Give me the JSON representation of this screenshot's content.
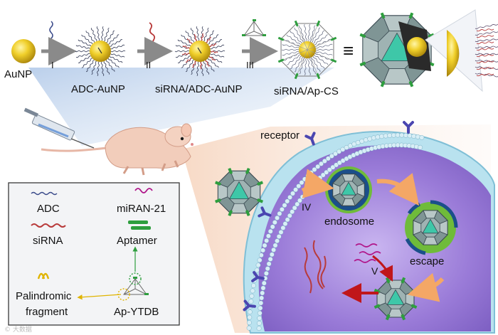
{
  "top_row": {
    "labels": {
      "aunp": "AuNP",
      "adc_aunp": "ADC-AuNP",
      "sirna_adc_aunp": "siRNA/ADC-AuNP",
      "sirna_ap_cs": "siRNA/Ap-CS",
      "equiv": "≡"
    },
    "steps": {
      "i": "I",
      "ii": "II",
      "iii": "III"
    }
  },
  "cell": {
    "receptor": "receptor",
    "endosome": "endosome",
    "escape": "escape",
    "step_iv": "IV",
    "step_v": "V"
  },
  "legend": {
    "adc": "ADC",
    "mirna": "miRAN-21",
    "sirna": "siRNA",
    "aptamer": "Aptamer",
    "palindromic_line1": "Palindromic",
    "palindromic_line2": "fragment",
    "ap_ytdb": "Ap-YTDB"
  },
  "colors": {
    "gold": "#e8c21a",
    "cell_interior": "#9b79d6",
    "membrane": "#9ecfe3",
    "cage_face": "#9fb3b3",
    "cage_tri": "#3ec7a8",
    "aptamer": "#2e9e3e",
    "sirna": "#b83a3a",
    "arrow_orange": "#f4a766",
    "arrow_red": "#c0161a",
    "receptor": "#4a46b0"
  },
  "watermark": "© 大数据"
}
